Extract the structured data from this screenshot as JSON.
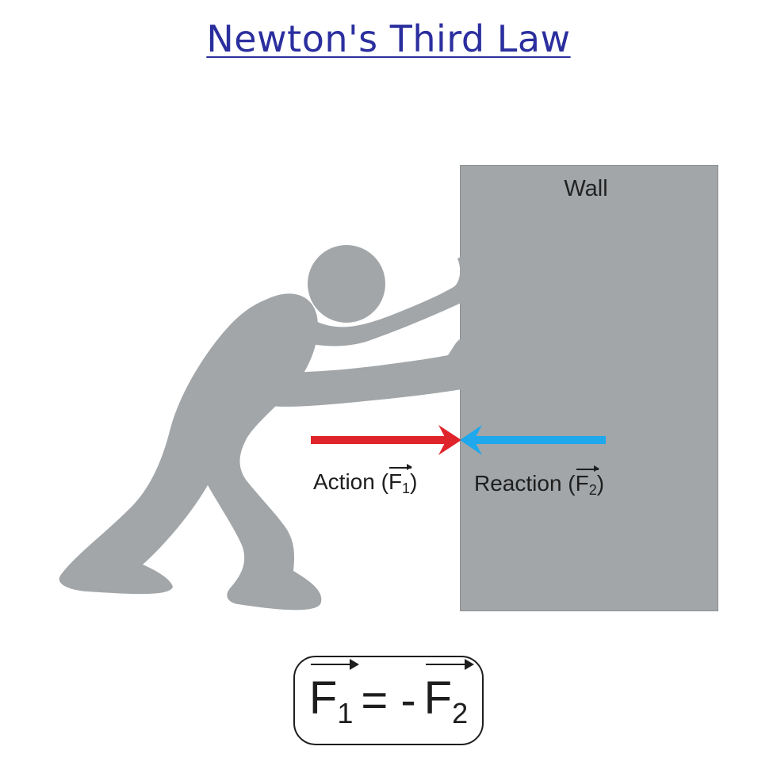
{
  "title": "Newton's Third Law",
  "wall": {
    "label": "Wall"
  },
  "action": {
    "label": "Action (",
    "symbol": "F",
    "subscript": "1",
    "close": ")"
  },
  "reaction": {
    "label": "Reaction (",
    "symbol": "F",
    "subscript": "2",
    "close": ")"
  },
  "equation": {
    "lhs_symbol": "F",
    "lhs_sub": "1",
    "operator": "= -",
    "rhs_symbol": "F",
    "rhs_sub": "2"
  },
  "colors": {
    "title": "#2b2f9e",
    "action_arrow": "#e0242b",
    "reaction_arrow": "#1fa8ec",
    "figure": "#a2a6a9",
    "wall": "#a2a6a9"
  },
  "icons": {
    "person": "person-pushing-icon"
  }
}
